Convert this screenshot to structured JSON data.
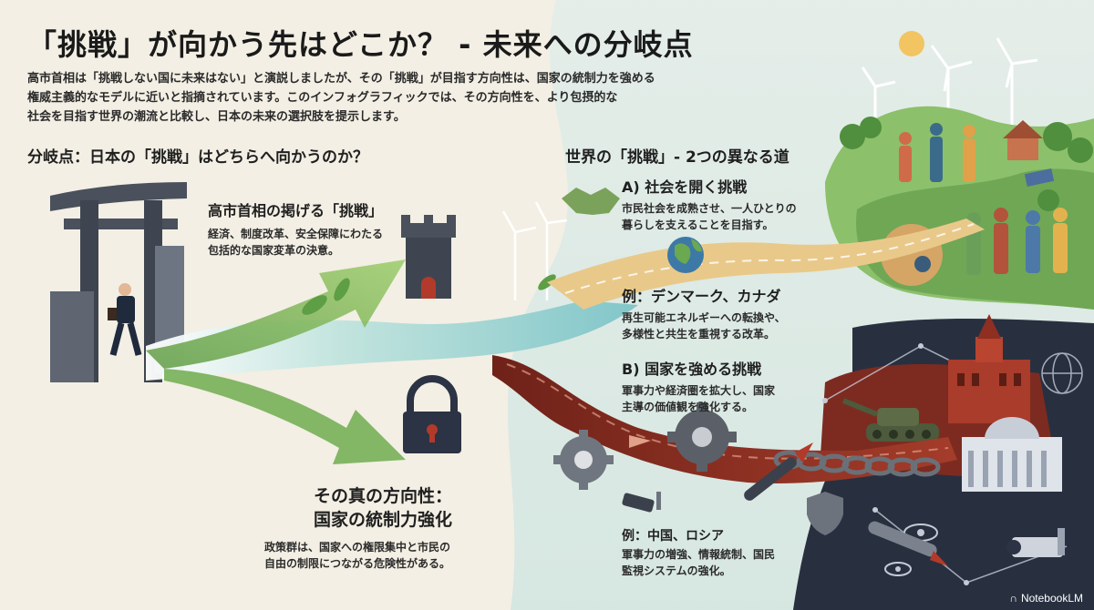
{
  "title": "「挑戦」が向かう先はどこか？ - 未来への分岐点",
  "intro": {
    "line1": "高市首相は「挑戦しない国に未来はない」と演説しましたが、その「挑戦」が目指す方向性は、国家の統制力を強める",
    "line2": "権威主義的なモデルに近いと指摘されています。このインフォグラフィックでは、その方向性を、より包摂的な",
    "line3": "社会を目指す世界の潮流と比較し、日本の未来の選択肢を提示します。"
  },
  "left_section": {
    "heading": "分岐点：日本の「挑戦」はどちらへ向かうのか？",
    "pm_challenge": {
      "title": "高市首相の掲げる「挑戦」",
      "line1": "経済、制度改革、安全保障にわたる",
      "line2": "包括的な国家変革の決意。"
    },
    "true_direction": {
      "title1": "その真の方向性：",
      "title2": "国家の統制力強化",
      "line1": "政策群は、国家への権限集中と市民の",
      "line2": "自由の制限につながる危険性がある。"
    }
  },
  "right_section": {
    "heading": "世界の「挑戦」- 2つの異なる道",
    "path_a": {
      "title": "A) 社会を開く挑戦",
      "line1": "市民社会を成熟させ、一人ひとりの",
      "line2": "暮らしを支えることを目指す。",
      "example_title": "例：デンマーク、カナダ",
      "example_line1": "再生可能エネルギーへの転換や、",
      "example_line2": "多様性と共生を重視する改革。"
    },
    "path_b": {
      "title": "B) 国家を強める挑戦",
      "line1": "軍事力や経済圏を拡大し、国家",
      "line2": "主導の価値観を強化する。",
      "example_title": "例：中国、ロシア",
      "example_line1": "軍事力の増強、情報統制、国民",
      "example_line2": "監視システムの強化。"
    }
  },
  "brand": "NotebookLM",
  "icons": [
    "torii-gate-icon",
    "businessman-icon",
    "tower-icon",
    "padlock-icon",
    "handshake-icon",
    "globe-icon",
    "gear-icon",
    "chain-icon",
    "tank-icon",
    "missile-icon",
    "shield-icon",
    "cctv-camera-icon",
    "eye-icon",
    "wind-turbine-icon",
    "sun-icon"
  ],
  "colors": {
    "background": "#f3efe4",
    "open_path": "#e9c98a",
    "control_path": "#8e2f22",
    "green_arrow": "#7fb05a",
    "river": "#9ecfd0",
    "dark_zone": "#283040"
  }
}
